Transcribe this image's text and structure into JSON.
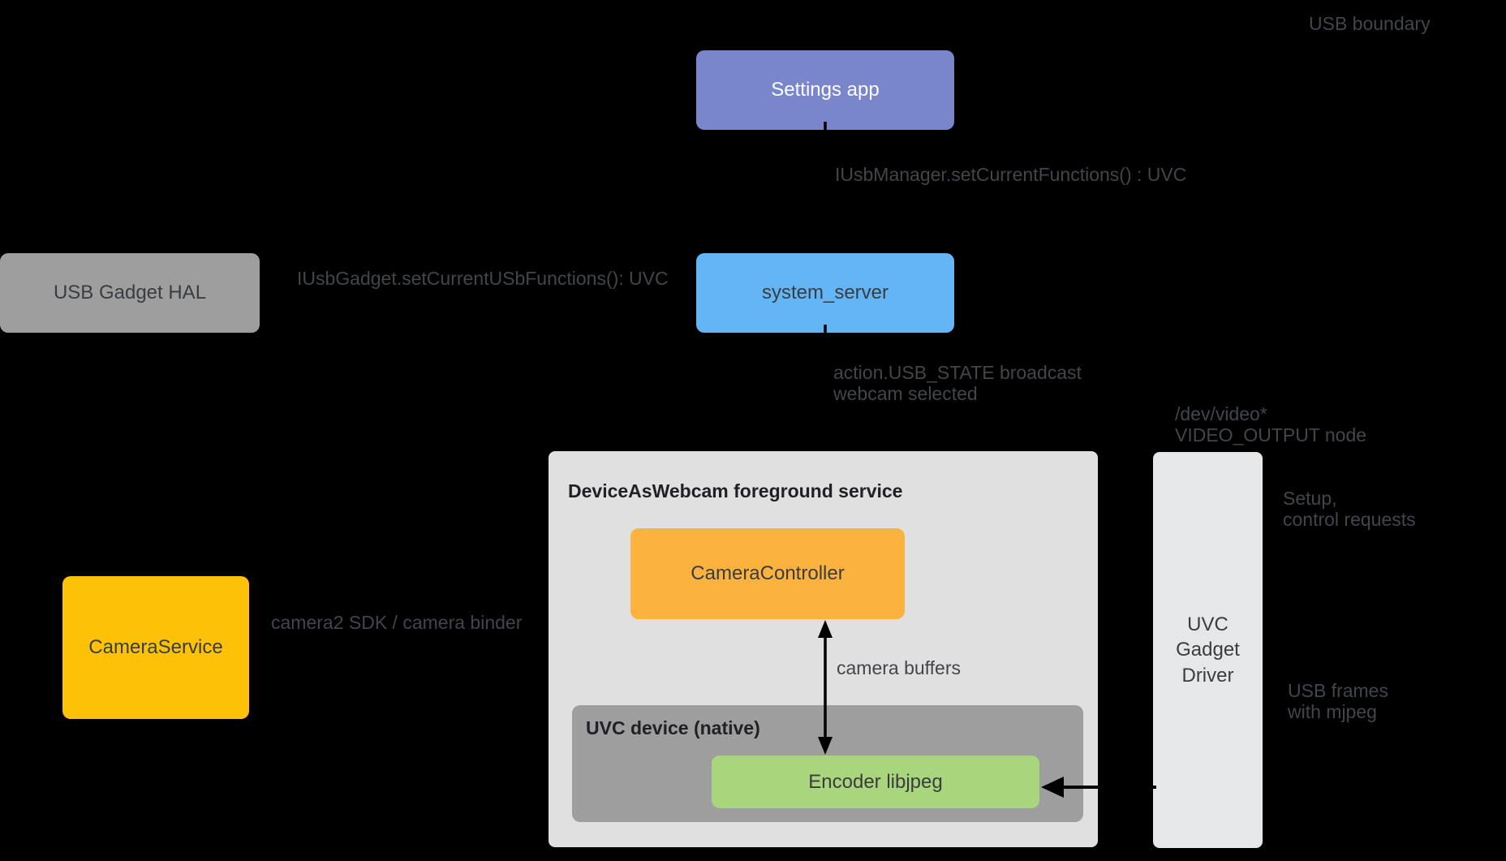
{
  "diagram": {
    "background": "#000000",
    "arrow_color": "#000000",
    "label_color": "#424549"
  },
  "labels": {
    "usb_boundary": "USB boundary",
    "iusbmanager_call": "IUsbManager.setCurrentFunctions() : UVC",
    "iusbgadget_call": "IUsbGadget.setCurrentUSbFunctions(): UVC",
    "usb_state_broadcast": "action.USB_STATE broadcast\nwebcam selected",
    "dev_video_node": "/dev/video*\nVIDEO_OUTPUT node",
    "setup_control_requests": "Setup,\ncontrol requests",
    "camera2_sdk": "camera2 SDK / camera binder",
    "camera_buffers": "camera buffers",
    "usb_frames_mjpeg": "USB frames\nwith mjpeg"
  },
  "nodes": {
    "settings_app": {
      "label": "Settings app",
      "fill": "#7986CB",
      "text": "#FFFFFF"
    },
    "usb_gadget_hal": {
      "label": "USB Gadget HAL",
      "fill": "#9E9E9E",
      "text": "#3A3D40"
    },
    "system_server": {
      "label": "system_server",
      "fill": "#64B5F6",
      "text": "#3A3D40"
    },
    "device_as_webcam_service": {
      "title": "DeviceAsWebcam foreground service",
      "fill": "#E0E0E0",
      "text": "#202124"
    },
    "camera_controller": {
      "label": "CameraController",
      "fill": "#FCB23F",
      "text": "#3A3D40"
    },
    "uvc_device_native": {
      "title": "UVC device (native)",
      "fill": "#9E9E9E",
      "text": "#202124"
    },
    "encoder_libjpeg": {
      "label": "Encoder libjpeg",
      "fill": "#A9D57C",
      "text": "#3A3D40"
    },
    "camera_service": {
      "label": "CameraService",
      "fill": "#FDC107",
      "text": "#3A3D40"
    },
    "uvc_gadget_driver": {
      "label": "UVC\nGadget\nDriver",
      "fill": "#E6E7E9",
      "text": "#3A3D40"
    }
  }
}
